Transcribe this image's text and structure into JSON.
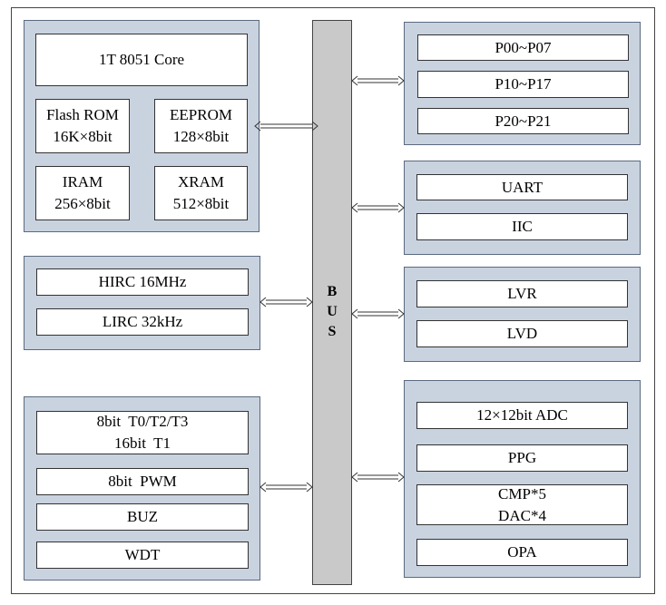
{
  "bus": {
    "letters": [
      "B",
      "U",
      "S"
    ]
  },
  "left": {
    "core": {
      "core_label": "1T 8051 Core",
      "flash": {
        "line1": "Flash ROM",
        "line2": "16K×8bit"
      },
      "eeprom": {
        "line1": "EEPROM",
        "line2": "128×8bit"
      },
      "iram": {
        "line1": "IRAM",
        "line2": "256×8bit"
      },
      "xram": {
        "line1": "XRAM",
        "line2": "512×8bit"
      }
    },
    "clock": {
      "hirc": "HIRC 16MHz",
      "lirc": "LIRC 32kHz"
    },
    "timers": {
      "timer": {
        "line1": "8bit  T0/T2/T3",
        "line2": "16bit  T1"
      },
      "pwm": "8bit  PWM",
      "buz": "BUZ",
      "wdt": "WDT"
    }
  },
  "right": {
    "ports": {
      "p0": "P00~P07",
      "p1": "P10~P17",
      "p2": "P20~P21"
    },
    "comm": {
      "uart": "UART",
      "iic": "IIC"
    },
    "power": {
      "lvr": "LVR",
      "lvd": "LVD"
    },
    "analog": {
      "adc": "12×12bit ADC",
      "ppg": "PPG",
      "cmp": {
        "line1": "CMP*5",
        "line2": "DAC*4"
      },
      "opa": "OPA"
    }
  }
}
